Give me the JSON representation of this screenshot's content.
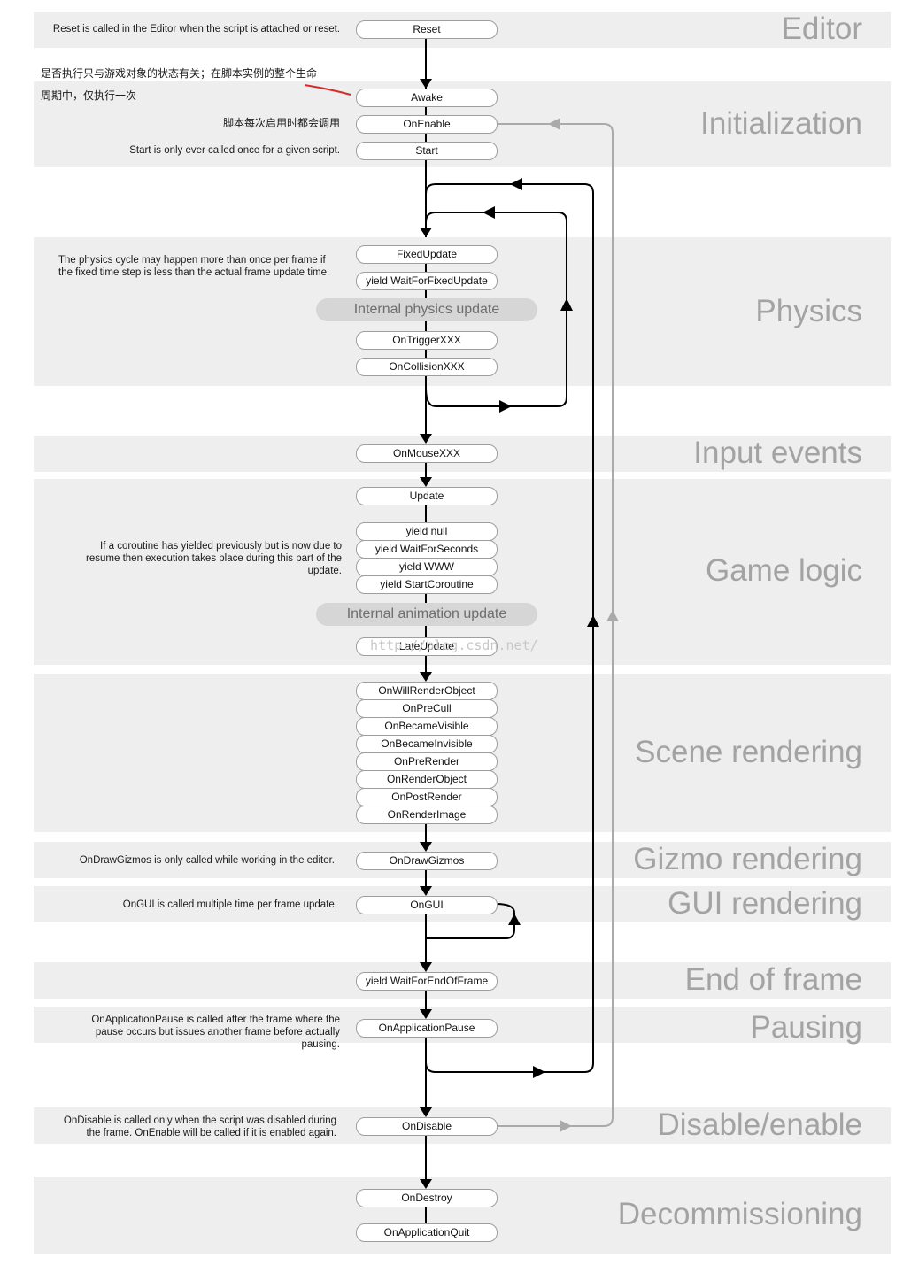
{
  "colors": {
    "band": "#eeeeee",
    "band_title": "#a3a3a3",
    "main_arrow": "#000000",
    "enable_loop_arrow": "#aaaaaa",
    "annotation_mark": "#d62b2b"
  },
  "sections": {
    "editor": "Editor",
    "initialization": "Initialization",
    "physics": "Physics",
    "input": "Input events",
    "game_logic": "Game logic",
    "scene_rendering": "Scene rendering",
    "gizmo": "Gizmo rendering",
    "gui": "GUI rendering",
    "end_of_frame": "End of frame",
    "pausing": "Pausing",
    "disable_enable": "Disable/enable",
    "decommissioning": "Decommissioning"
  },
  "nodes": {
    "reset": "Reset",
    "awake": "Awake",
    "on_enable": "OnEnable",
    "start": "Start",
    "fixed_update": "FixedUpdate",
    "yield_wait_fixed": "yield WaitForFixedUpdate",
    "internal_physics": "Internal physics update",
    "on_trigger": "OnTriggerXXX",
    "on_collision": "OnCollisionXXX",
    "on_mouse": "OnMouseXXX",
    "update": "Update",
    "yield_null": "yield null",
    "yield_wait_seconds": "yield WaitForSeconds",
    "yield_www": "yield WWW",
    "yield_start_coroutine": "yield StartCoroutine",
    "internal_animation": "Internal animation update",
    "late_update": "LateUpdate",
    "on_will_render_object": "OnWillRenderObject",
    "on_pre_cull": "OnPreCull",
    "on_became_visible": "OnBecameVisible",
    "on_became_invisible": "OnBecameInvisible",
    "on_pre_render": "OnPreRender",
    "on_render_object": "OnRenderObject",
    "on_post_render": "OnPostRender",
    "on_render_image": "OnRenderImage",
    "on_draw_gizmos": "OnDrawGizmos",
    "on_gui": "OnGUI",
    "yield_wait_end_of_frame": "yield WaitForEndOfFrame",
    "on_application_pause": "OnApplicationPause",
    "on_disable": "OnDisable",
    "on_destroy": "OnDestroy",
    "on_application_quit": "OnApplicationQuit"
  },
  "notes": {
    "reset": "Reset is called in the Editor when the script is attached or reset.",
    "awake_line1": "是否执行只与游戏对象的状态有关；在脚本实例的整个生命",
    "awake_line2": "周期中，仅执行一次",
    "on_enable": "脚本每次启用时都会调用",
    "start": "Start is only ever called once for a given script.",
    "physics": "The physics cycle may happen more than once per frame if\nthe fixed time step is less than the actual frame update time.",
    "coroutine": "If a coroutine has yielded previously but is now due to\nresume then execution takes place during this part of the\nupdate.",
    "gizmos": "OnDrawGizmos is only called while working in the editor.",
    "gui": "OnGUI is called multiple time per frame update.",
    "pause": "OnApplicationPause is called after the frame where the\npause occurs but issues another frame before actually\npausing.",
    "disable": "OnDisable is called only when the script was disabled during\nthe frame. OnEnable will be called if it is enabled again."
  },
  "watermark": "http://blog.csdn.net/"
}
